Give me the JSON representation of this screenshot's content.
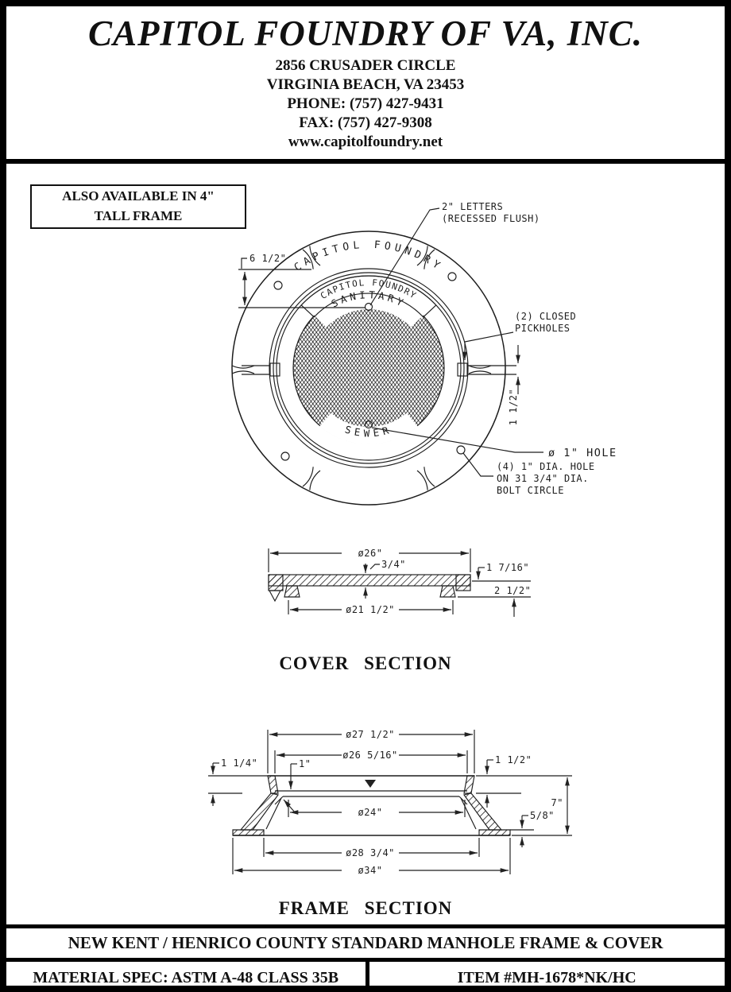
{
  "header": {
    "company_name": "CAPITOL FOUNDRY OF VA, INC.",
    "address_line1": "2856 CRUSADER CIRCLE",
    "address_line2": "VIRGINIA BEACH, VA 23453",
    "phone": "PHONE: (757) 427-9431",
    "fax": "FAX: (757) 427-9308",
    "website": "www.capitolfoundry.net"
  },
  "drawing": {
    "note_box": {
      "line1": "ALSO AVAILABLE IN 4\"",
      "line2": "TALL FRAME"
    },
    "plan": {
      "flange_arc_text": "CAPITOL FOUNDRY",
      "banner_text": "CAPITOL FOUNDRY",
      "arc_text_top": "SANITARY",
      "arc_text_bottom": "SEWER",
      "dim_flange_width": "6 1/2\"",
      "dim_pickhole_width": "1 1/2\"",
      "callout_letters_line1": "2\" LETTERS",
      "callout_letters_line2": "(RECESSED FLUSH)",
      "callout_pickholes_line1": "(2) CLOSED",
      "callout_pickholes_line2": "PICKHOLES",
      "callout_hole": "ø 1\" HOLE",
      "callout_bolt_line1": "(4) 1\" DIA. HOLE",
      "callout_bolt_line2": "ON 31 3/4\" DIA.",
      "callout_bolt_line3": "BOLT CIRCLE"
    },
    "cover_section": {
      "title": "COVER SECTION",
      "dim_outer_dia": "ø26\"",
      "dim_plate_thickness": "3/4\"",
      "dim_edge_height": "1 7/16\"",
      "dim_total_height": "2 1/2\"",
      "dim_rib_dia": "ø21 1/2\""
    },
    "frame_section": {
      "title": "FRAME SECTION",
      "dim_top_outer_dia": "ø27 1/2\"",
      "dim_seat_dia": "ø26 5/16\"",
      "dim_rim_height": "1 1/2\"",
      "dim_top_left": "1 1/4\"",
      "dim_seat_depth": "1\"",
      "dim_clear_opening": "ø24\"",
      "dim_flange_thickness": "5/8\"",
      "dim_overall_height": "7\"",
      "dim_base_inner_dia": "ø28 3/4\"",
      "dim_base_outer_dia": "ø34\""
    }
  },
  "footer": {
    "standard_title": "NEW KENT / HENRICO COUNTY STANDARD MANHOLE FRAME & COVER",
    "material_spec_label": "MATERIAL SPEC:  ASTM A-48 CLASS 35B",
    "item_number": "ITEM #MH-1678*NK/HC"
  }
}
